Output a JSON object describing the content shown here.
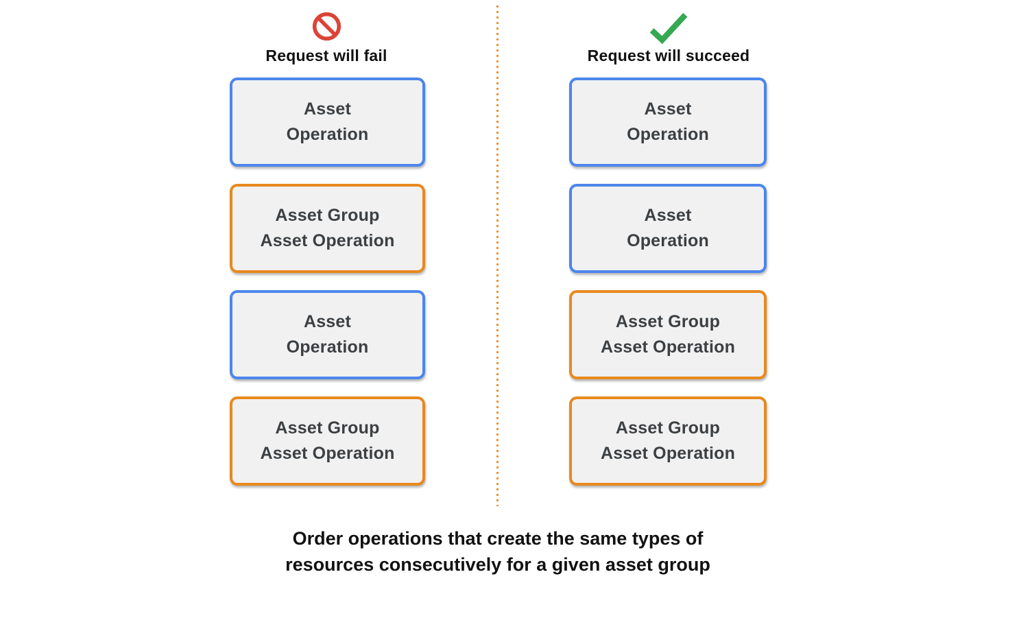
{
  "fail_column": {
    "title": "Request will fail",
    "icon": "prohibited-icon",
    "boxes": [
      {
        "type": "asset",
        "line1": "Asset",
        "line2": "Operation"
      },
      {
        "type": "asset_group",
        "line1": "Asset Group",
        "line2": "Asset Operation"
      },
      {
        "type": "asset",
        "line1": "Asset",
        "line2": "Operation"
      },
      {
        "type": "asset_group",
        "line1": "Asset Group",
        "line2": "Asset Operation"
      }
    ]
  },
  "succeed_column": {
    "title": "Request will succeed",
    "icon": "checkmark-icon",
    "boxes": [
      {
        "type": "asset",
        "line1": "Asset",
        "line2": "Operation"
      },
      {
        "type": "asset",
        "line1": "Asset",
        "line2": "Operation"
      },
      {
        "type": "asset_group",
        "line1": "Asset Group",
        "line2": "Asset Operation"
      },
      {
        "type": "asset_group",
        "line1": "Asset Group",
        "line2": "Asset Operation"
      }
    ]
  },
  "caption": {
    "line1": "Order operations that create the same types of",
    "line2": "resources consecutively for a given asset group"
  },
  "colors": {
    "asset_border": "#4C86EC",
    "asset_group_border": "#E8891F",
    "box_background": "#F1F1F1",
    "box_text": "#3C4043",
    "divider": "#E8922E",
    "fail_icon": "#DB4437",
    "succeed_icon": "#34A853",
    "heading_text": "#111111"
  }
}
